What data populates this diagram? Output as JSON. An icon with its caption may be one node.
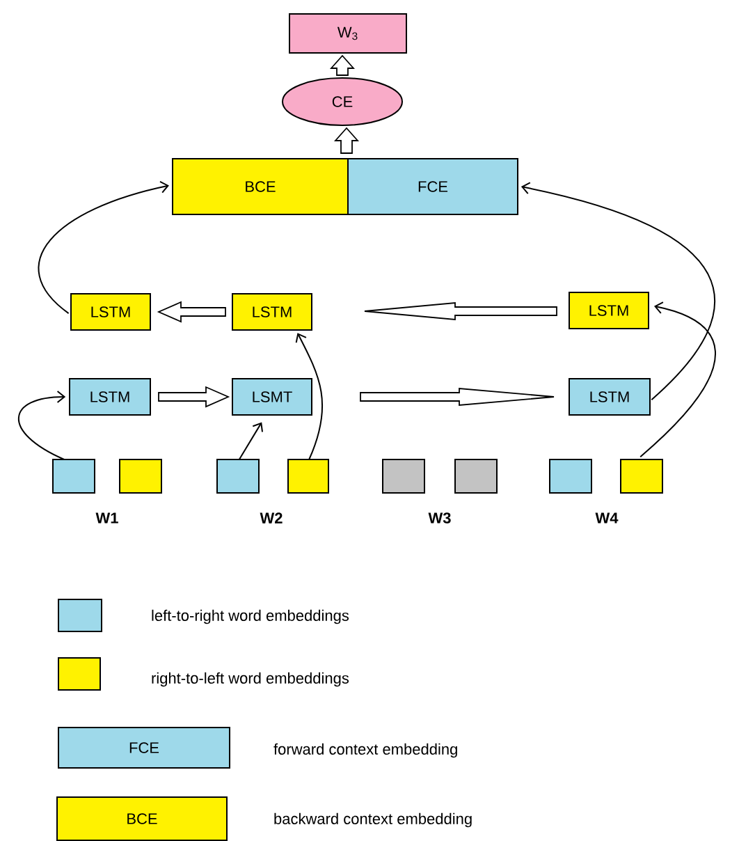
{
  "diagram": {
    "nodes": [
      {
        "text": [
          "W$_{3}$"
        ]
      },
      {
        "text": [
          "CE"
        ]
      },
      {
        "text": [
          "BCE"
        ]
      },
      {
        "text": [
          "FCE"
        ]
      },
      {
        "text": [
          "LSTM"
        ]
      },
      {
        "text": [
          "LSTM"
        ]
      },
      {
        "text": [
          "LSTM"
        ]
      },
      {
        "text": [
          "LSTM"
        ]
      },
      {
        "text": [
          "LSMT"
        ]
      },
      {
        "text": [
          "LSTM"
        ]
      },
      {
        "text": [],
        "shape": "box"
      },
      {
        "text": [],
        "shape": "box"
      },
      {
        "text": [],
        "shape": "box"
      },
      {
        "text": [],
        "shape": "box"
      },
      {
        "text": [],
        "shape": "box"
      },
      {
        "text": [],
        "shape": "box"
      },
      {
        "text": [],
        "shape": "box"
      },
      {
        "text": [],
        "shape": "box"
      }
    ],
    "edges": [
      {
        "from": 1,
        "to": 0,
        "arrow": "to",
        "style": "thick"
      },
      {
        "from": 2,
        "to": 1,
        "arrow": "to",
        "style": "thick"
      },
      {
        "from": 3,
        "to": 1,
        "arrow": "to",
        "style": "thick"
      },
      {
        "from": 4,
        "to": 2,
        "arrow": "to"
      },
      {
        "from": 9,
        "to": 3,
        "arrow": "to"
      },
      {
        "from": 5,
        "to": 4,
        "arrow": "to",
        "style": "thick"
      },
      {
        "from": 6,
        "to": 5,
        "arrow": "to",
        "style": "thick"
      },
      {
        "from": 7,
        "to": 8,
        "arrow": "to",
        "style": "thick"
      },
      {
        "from": 8,
        "to": 9,
        "arrow": "to",
        "style": "thick"
      },
      {
        "from": 10,
        "to": 7,
        "arrow": "to"
      },
      {
        "from": 12,
        "to": 8,
        "arrow": "to"
      },
      {
        "from": 13,
        "to": 5,
        "arrow": "to"
      },
      {
        "from": 17,
        "to": 6,
        "arrow": "to"
      }
    ],
    "labels": [
      "W1",
      "W2",
      "W3",
      "W4",
      "FCE",
      "BCE"
    ],
    "legend": [
      {
        "text": "left-to-right word embeddings",
        "color": "#9ed9ea"
      },
      {
        "text": "right-to-left word embeddings",
        "color": "#fff200"
      },
      {
        "text": "forward context embedding",
        "color": "#9ed9ea"
      },
      {
        "text": "backward context embedding",
        "color": "#fff200"
      }
    ]
  }
}
